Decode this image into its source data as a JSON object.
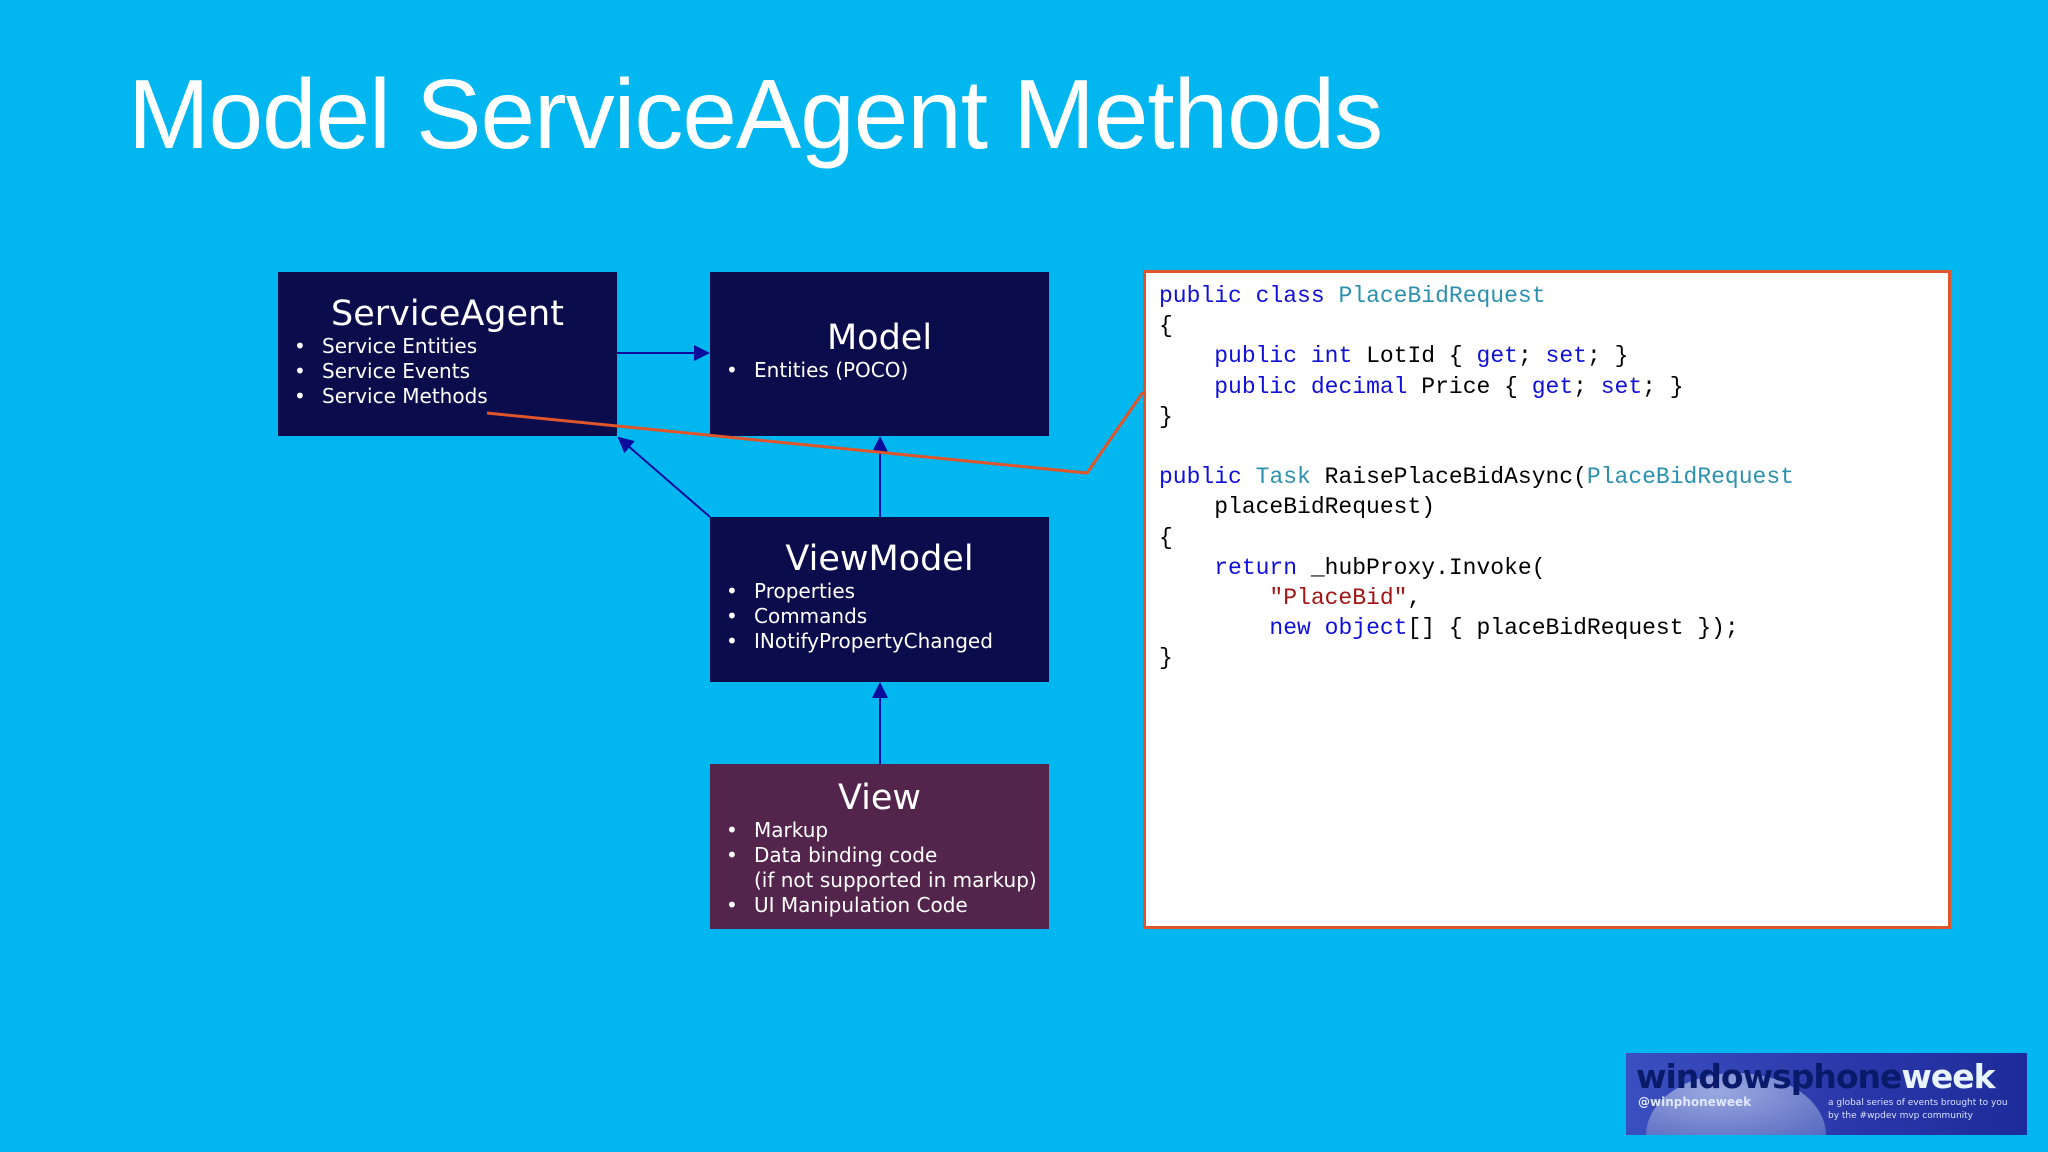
{
  "title": "Model ServiceAgent Methods",
  "boxes": {
    "service_agent": {
      "title": "ServiceAgent",
      "items": [
        "Service Entities",
        "Service Events",
        "Service Methods"
      ]
    },
    "model": {
      "title": "Model",
      "items": [
        "Entities (POCO)"
      ]
    },
    "view_model": {
      "title": "ViewModel",
      "items": [
        "Properties",
        "Commands",
        "INotifyPropertyChanged"
      ]
    },
    "view": {
      "title": "View",
      "items": [
        "Markup",
        "Data binding code",
        "(if not supported in markup)",
        "UI Manipulation Code"
      ]
    }
  },
  "code": {
    "lines": [
      "public class PlaceBidRequest",
      "{",
      "    public int LotId { get; set; }",
      "    public decimal Price { get; set; }",
      "}",
      "",
      "public Task RaisePlaceBidAsync(PlaceBidRequest",
      "    placeBidRequest)",
      "{",
      "    return _hubProxy.Invoke(",
      "        \"PlaceBid\",",
      "        new object[] { placeBidRequest });",
      "}"
    ]
  },
  "logo": {
    "brand_dark": "windowsphone",
    "brand_light": "week",
    "handle": "@winphoneweek",
    "tagline_1": "a global series of events brought to you",
    "tagline_2": "by the #wpdev mvp community"
  },
  "colors": {
    "background": "#02b7f0",
    "box": "#0a0c4c",
    "view_box": "#53244c",
    "callout": "#e0552a"
  }
}
